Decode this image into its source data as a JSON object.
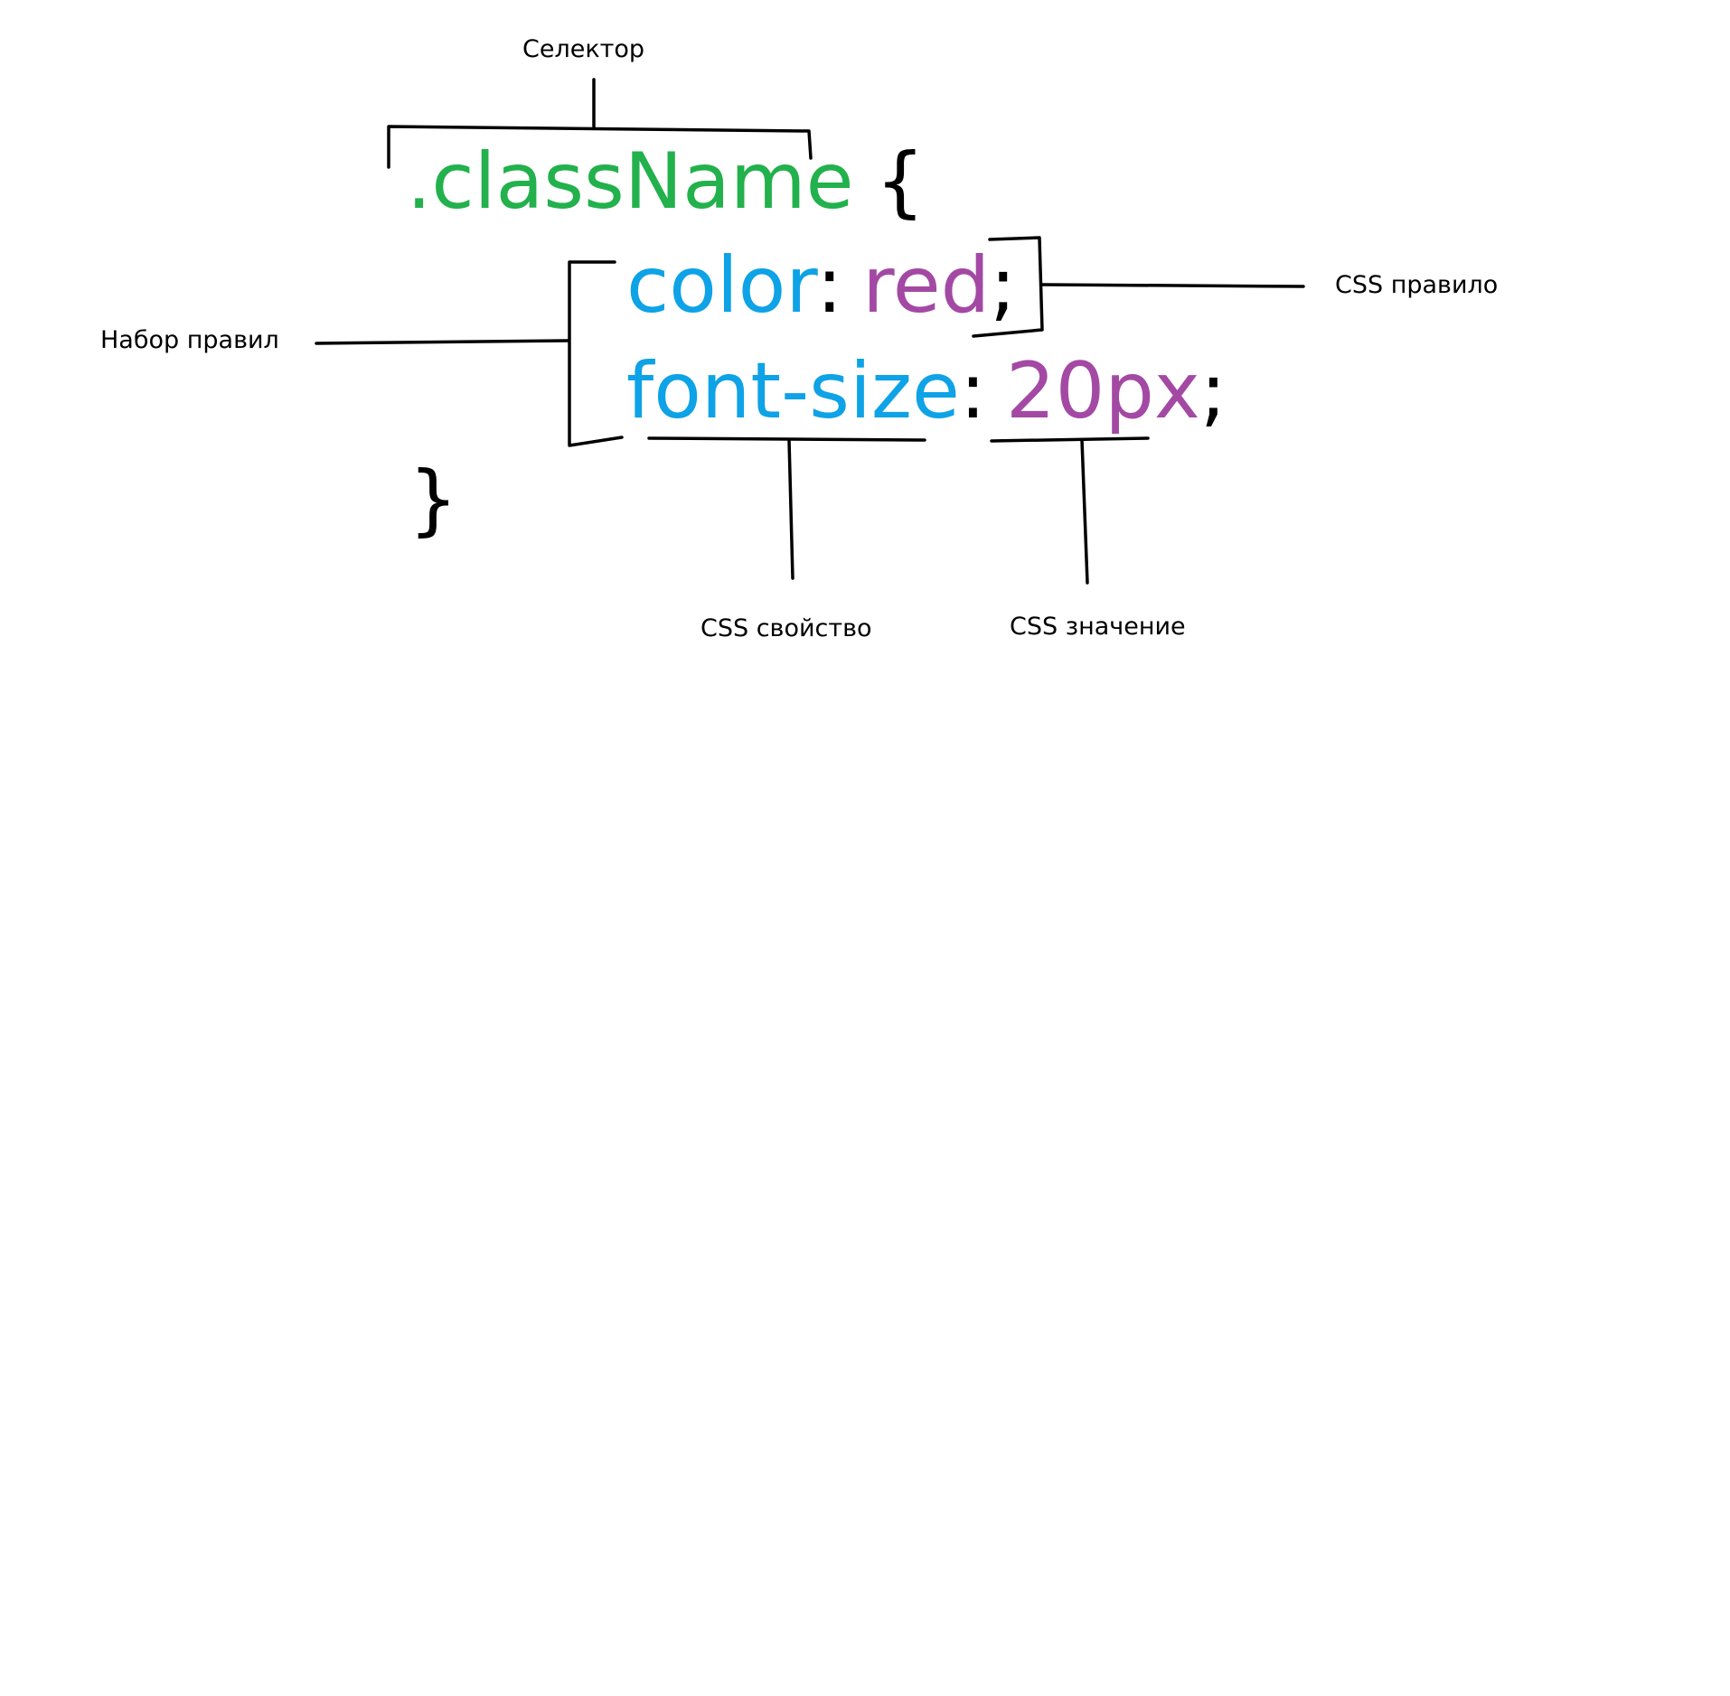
{
  "colors": {
    "selector": "#22b14c",
    "property": "#0ea2e6",
    "value": "#a349a4",
    "punctuation": "#000000"
  },
  "code": {
    "selector": ".className",
    "open_brace": "{",
    "rule1": {
      "property": "color",
      "colon": ":",
      "value": "red",
      "semicolon": ";"
    },
    "rule2": {
      "property": "font-size",
      "colon": ":",
      "value": "20px",
      "semicolon": ";"
    },
    "close_brace": "}"
  },
  "labels": {
    "selector": "Селектор",
    "rule_set": "Набор правил",
    "css_rule": "CSS правило",
    "css_property": "CSS свойство",
    "css_value": "CSS значение"
  }
}
